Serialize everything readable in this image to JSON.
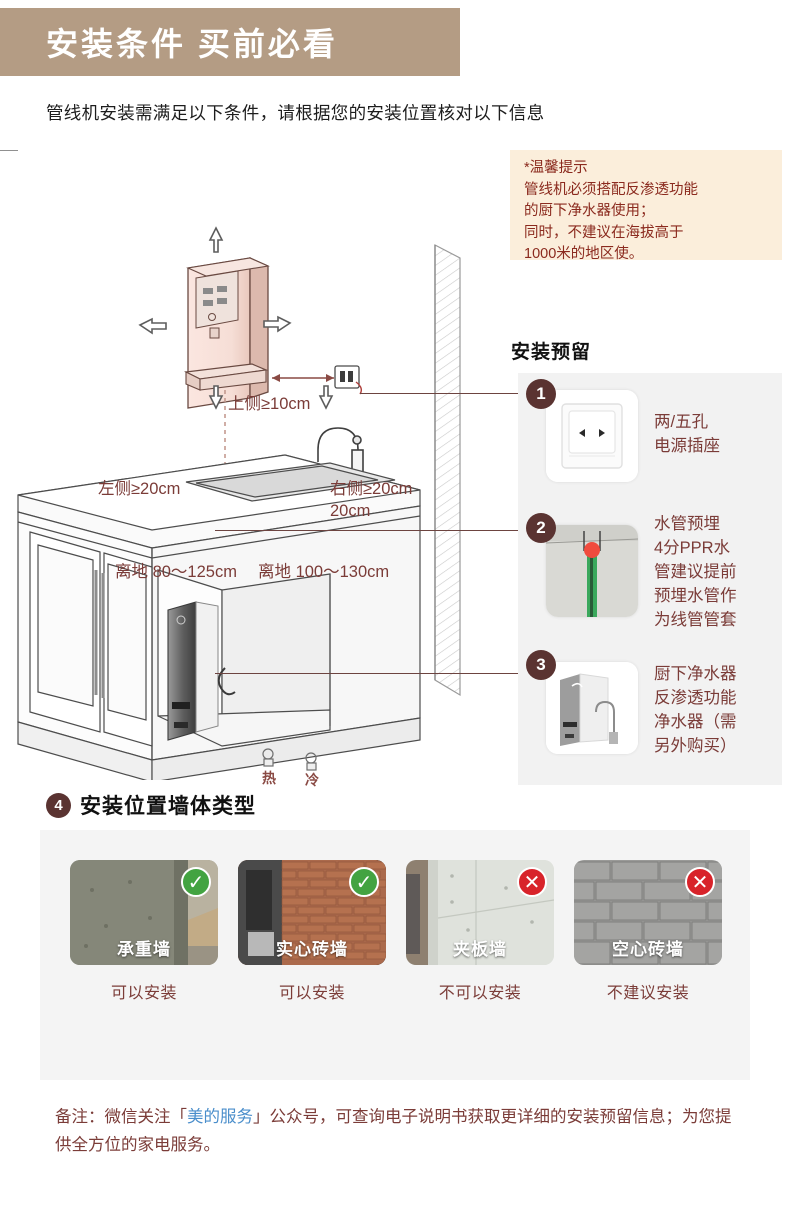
{
  "header": {
    "title": "安装条件 买前必看",
    "bar_color": "#b49c84",
    "subtitle": "管线机安装需满足以下条件，请根据您的安装位置核对以下信息"
  },
  "tip": {
    "lines": [
      "*温馨提示",
      "管线机必须搭配反渗透功能",
      "的厨下净水器使用；",
      "同时，不建议在海拔高于",
      "1000米的地区使。"
    ],
    "bg_color": "#fbeedb",
    "text_color": "#8b2a1e"
  },
  "diagram": {
    "dimensions": {
      "top": "上侧≥10cm",
      "left": "左侧≥20cm",
      "right": "右侧≥20cm",
      "socket_distance": "20cm",
      "floor_machine": "离地 80～125cm",
      "floor_tap": "离地 100～130cm"
    },
    "tap_labels": {
      "hot": "热",
      "cold": "冷"
    }
  },
  "reserve": {
    "title": "安装预留",
    "panel_color": "#f2f2f2",
    "badge_color": "#5a3331",
    "items": [
      {
        "number": "1",
        "icon": "power-socket-icon",
        "text_lines": [
          "两/五孔",
          "电源插座"
        ]
      },
      {
        "number": "2",
        "icon": "water-pipe-icon",
        "text_lines": [
          "水管预埋",
          "4分PPR水",
          "管建议提前",
          "预埋水管作",
          "为线管管套"
        ]
      },
      {
        "number": "3",
        "icon": "water-purifier-icon",
        "text_lines": [
          "厨下净水器",
          "反渗透功能",
          "净水器（需",
          "另外购买）"
        ]
      }
    ]
  },
  "wall_section": {
    "number": "4",
    "title": "安装位置墙体类型",
    "panel_color": "#f4f4f4",
    "items": [
      {
        "name": "承重墙",
        "mark": "ok",
        "mark_glyph": "✓",
        "caption": "可以安装"
      },
      {
        "name": "实心砖墙",
        "mark": "ok",
        "mark_glyph": "✓",
        "caption": "可以安装"
      },
      {
        "name": "夹板墙",
        "mark": "no",
        "mark_glyph": "✕",
        "caption": "不可以安装"
      },
      {
        "name": "空心砖墙",
        "mark": "no",
        "mark_glyph": "✕",
        "caption": "不建议安装"
      }
    ]
  },
  "footnote": {
    "prefix": "备注：微信关注「",
    "highlight": "美的服务",
    "suffix": "」公众号，可查询电子说明书获取更详细的安装预留信息；为您提供全方位的家电服务。"
  }
}
